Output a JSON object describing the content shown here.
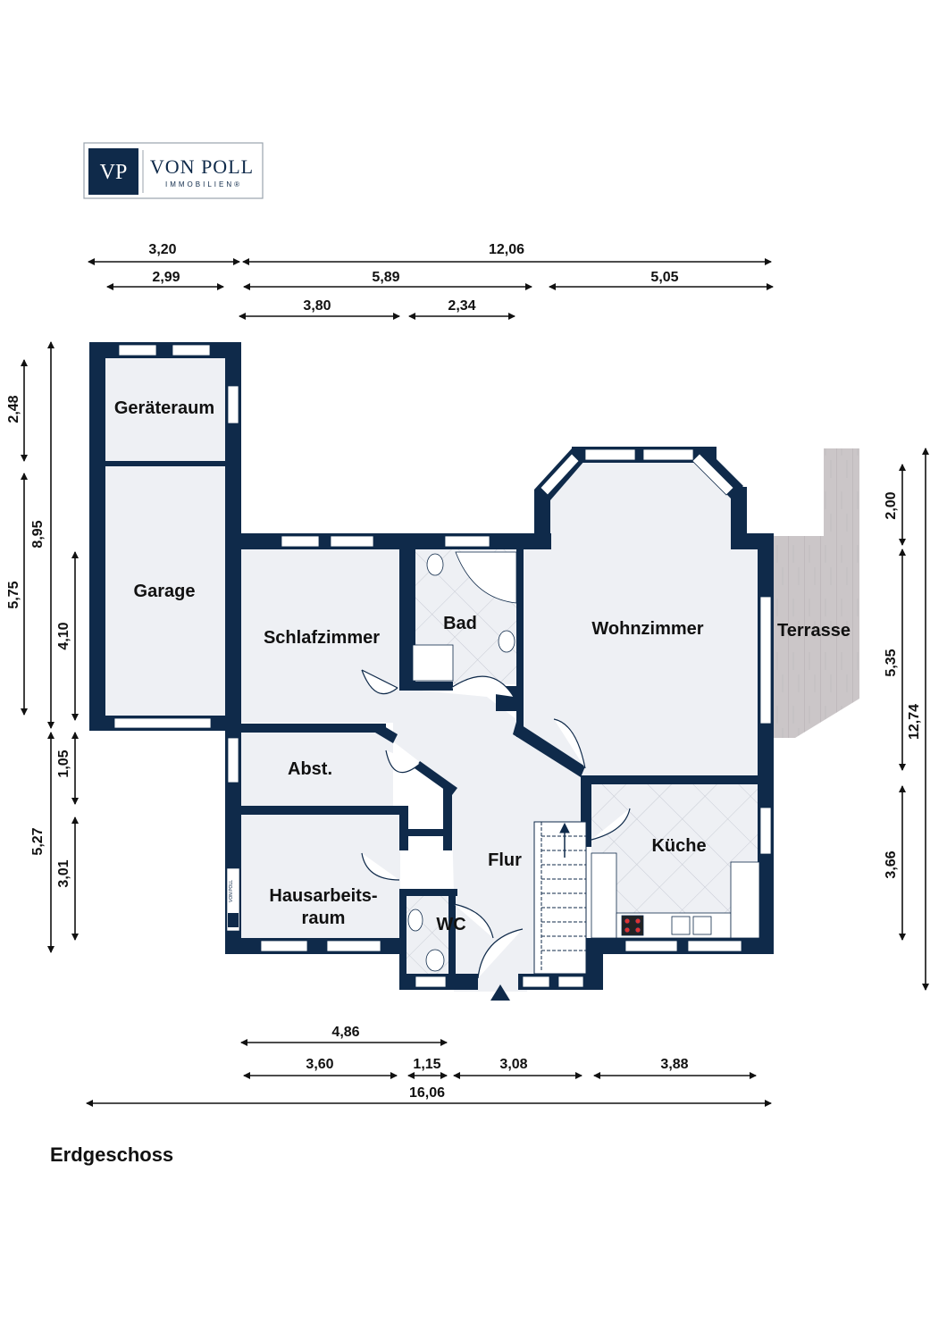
{
  "brand": {
    "monogram": "VP",
    "name": "VON POLL",
    "tagline": "IMMOBILIEN®"
  },
  "floor_label": "Erdgeschoss",
  "colors": {
    "wall": "#0f2a4a",
    "floor": "#eef0f4",
    "tile_line": "#c8ccd4",
    "terrace": "#c9c4c6",
    "window": "#ffffff"
  },
  "rooms": {
    "geraeteraum": "Geräteraum",
    "garage": "Garage",
    "schlafzimmer": "Schlafzimmer",
    "bad": "Bad",
    "wohnzimmer": "Wohnzimmer",
    "terrasse": "Terrasse",
    "abst": "Abst.",
    "flur": "Flur",
    "kueche": "Küche",
    "hausarbeitsraum_1": "Hausarbeits-",
    "hausarbeitsraum_2": "raum",
    "wc": "WC"
  },
  "dimensions": {
    "top_total_left": "3,20",
    "top_total_right": "12,06",
    "top_row2_a": "2,99",
    "top_row2_b": "5,89",
    "top_row2_c": "5,05",
    "top_row3_a": "3,80",
    "top_row3_b": "2,34",
    "left_a": "2,48",
    "left_b": "8,95",
    "left_c": "5,75",
    "left_d": "4,10",
    "left_e": "1,05",
    "left_f": "5,27",
    "left_g": "3,01",
    "right_a": "2,00",
    "right_b": "5,35",
    "right_c": "12,74",
    "right_d": "3,66",
    "bottom_a": "4,86",
    "bottom_b": "3,60",
    "bottom_c": "1,15",
    "bottom_d": "3,08",
    "bottom_e": "3,88",
    "bottom_total": "16,06"
  }
}
